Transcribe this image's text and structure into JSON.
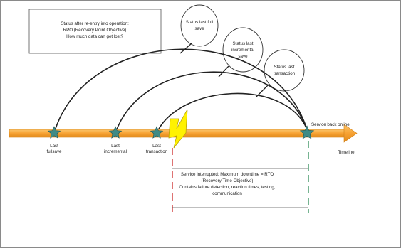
{
  "info_box": {
    "line1": "Status after re-entry into operation:",
    "line2": "RPO (Recovery Point Objective)",
    "line3": "How much data can get lost?"
  },
  "bubbles": [
    {
      "line1": "Status last full",
      "line2": "save"
    },
    {
      "line1": "Status last",
      "line2": "incremental",
      "line3": "save"
    },
    {
      "line1": "Status last",
      "line2": "transaction"
    }
  ],
  "points": [
    {
      "line1": "Last",
      "line2": "fullsave"
    },
    {
      "line1": "Last",
      "line2": "incremental"
    },
    {
      "line1": "Last",
      "line2": "transaction"
    }
  ],
  "service_online": "Service back online",
  "timeline": "Timeline",
  "downtime_box": {
    "line1": "Service interrupted: Maximum downtime = RTO",
    "line2": "(Recovery Time Objective)",
    "line3": "Contains failure detection, reaction times, testing,",
    "line4": "communication"
  },
  "colors": {
    "arrow": "#f7a233",
    "star": "#3f8b86",
    "lightning_fill": "#fff200",
    "lightning_stroke": "#b9a300",
    "red_dash": "#cc2a2a",
    "green_dash": "#2e8b57"
  }
}
